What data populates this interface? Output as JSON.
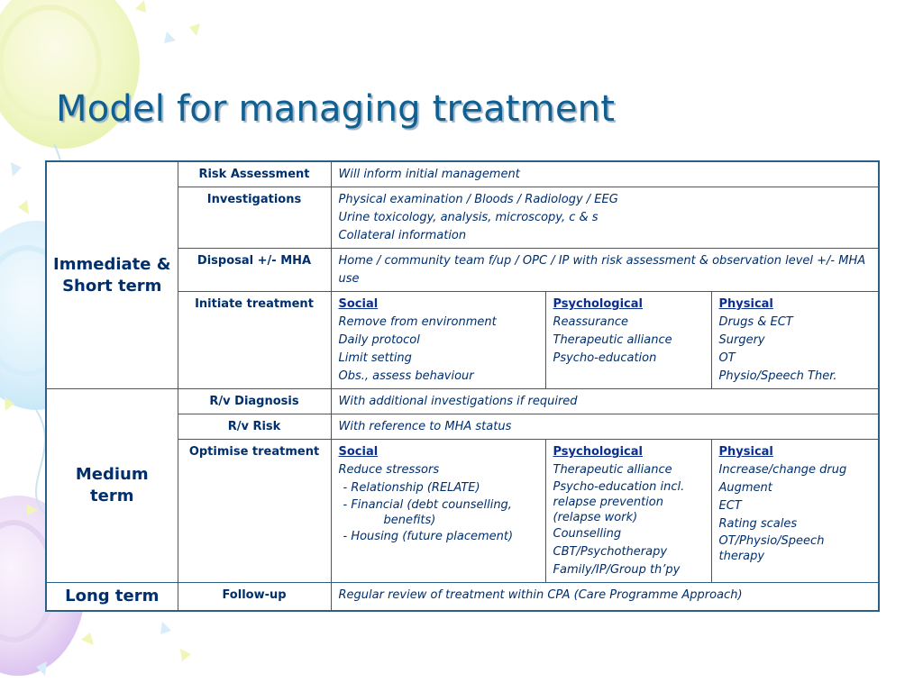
{
  "title": "Model for managing treatment",
  "rows": {
    "immediate": {
      "term": "Immediate & Short term",
      "risk": {
        "label": "Risk Assessment",
        "desc": "Will inform initial management"
      },
      "investigations": {
        "label": "Investigations",
        "lines": [
          "Physical examination / Bloods / Radiology / EEG",
          "Urine toxicology, analysis, microscopy, c & s",
          "Collateral information"
        ]
      },
      "disposal": {
        "label": "Disposal +/- MHA",
        "desc": "Home / community team f/up / OPC / IP with risk assessment & observation level +/- MHA use"
      },
      "initiate": {
        "label": "Initiate treatment",
        "social": {
          "heading": "Social",
          "lines": [
            "Remove from environment",
            "Daily protocol",
            "Limit setting",
            "Obs., assess behaviour"
          ]
        },
        "psychological": {
          "heading": "Psychological",
          "lines": [
            "Reassurance",
            "Therapeutic alliance",
            "Psycho-education"
          ]
        },
        "physical": {
          "heading": "Physical",
          "lines": [
            "Drugs & ECT",
            "Surgery",
            "OT",
            "Physio/Speech Ther."
          ]
        }
      }
    },
    "medium": {
      "term": "Medium term",
      "diagnosis": {
        "label": "R/v Diagnosis",
        "desc": "With additional investigations if required"
      },
      "risk": {
        "label": "R/v Risk",
        "desc": "With reference to MHA status"
      },
      "optimise": {
        "label": "Optimise treatment",
        "social": {
          "heading": "Social",
          "l1": "Reduce stressors",
          "l2": " - Relationship (RELATE)",
          "l3a": " - Financial (debt counselling,",
          "l3b": "benefits)",
          "l4": " - Housing (future placement)"
        },
        "psychological": {
          "heading": "Psychological",
          "l1": "Therapeutic alliance",
          "l2": "Psycho-education incl. relapse prevention (relapse work)",
          "l3": "Counselling",
          "l4": "CBT/Psychotherapy",
          "l5": "Family/IP/Group th’py"
        },
        "physical": {
          "heading": "Physical",
          "l1": "Increase/change drug",
          "l2": "Augment",
          "l3": "ECT",
          "l4": "Rating scales",
          "l5": "OT/Physio/Speech therapy"
        }
      }
    },
    "long": {
      "term": "Long term",
      "followup": {
        "label": "Follow-up",
        "desc": "Regular review of treatment within CPA (Care Programme Approach)"
      }
    }
  }
}
